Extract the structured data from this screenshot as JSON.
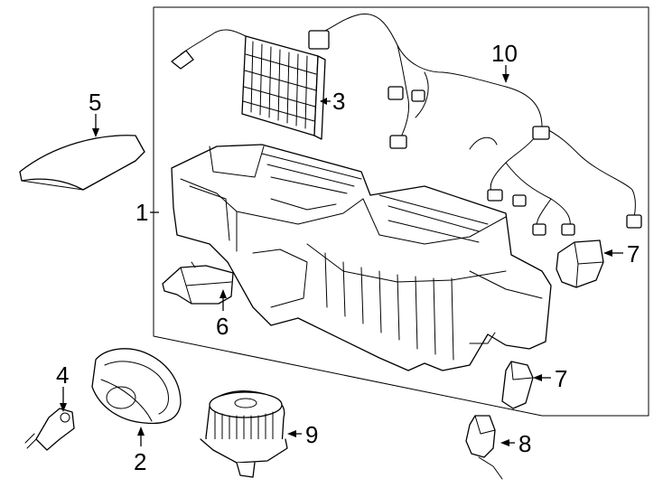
{
  "diagram": {
    "callouts": [
      {
        "id": "1",
        "text": "1"
      },
      {
        "id": "2",
        "text": "2"
      },
      {
        "id": "3",
        "text": "3"
      },
      {
        "id": "4",
        "text": "4"
      },
      {
        "id": "5",
        "text": "5"
      },
      {
        "id": "6",
        "text": "6"
      },
      {
        "id": "7a",
        "text": "7"
      },
      {
        "id": "7b",
        "text": "7"
      },
      {
        "id": "8",
        "text": "8"
      },
      {
        "id": "9",
        "text": "9"
      },
      {
        "id": "10",
        "text": "10"
      }
    ]
  }
}
